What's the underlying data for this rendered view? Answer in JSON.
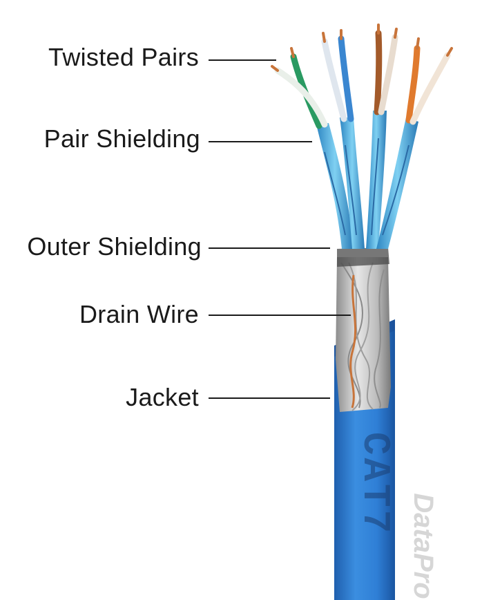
{
  "labels": {
    "twisted_pairs": "Twisted Pairs",
    "pair_shielding": "Pair Shielding",
    "outer_shielding": "Outer Shielding",
    "drain_wire": "Drain Wire",
    "jacket": "Jacket"
  },
  "jacket_print": "CAT7",
  "watermark": "DataPro",
  "colors": {
    "jacket": "#2f7fd6",
    "jacket_dark": "#1f5fae",
    "foil": "#5bb8e8",
    "foil_dark": "#2e86c2",
    "copper": "#c8743a",
    "green": "#2a9a62",
    "orange": "#e07a2e",
    "brown": "#a35a2a",
    "blue_wire": "#3a86d0",
    "braid": "#c9c9c9"
  }
}
